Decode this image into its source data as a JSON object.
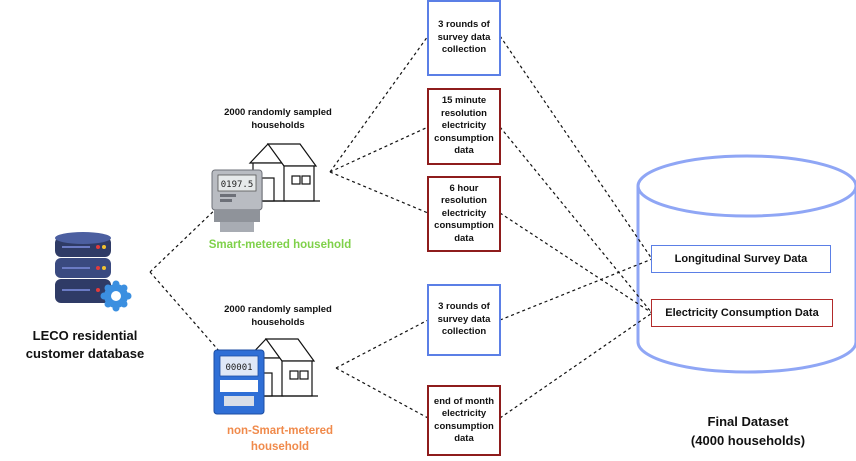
{
  "source": {
    "title_line1": "LECO residential",
    "title_line2": "customer database"
  },
  "smart": {
    "sample_line1": "2000 randomly sampled",
    "sample_line2": "households",
    "label": "Smart-metered household",
    "meter_display": "0197.5"
  },
  "nonsmart": {
    "sample_line1": "2000 randomly sampled",
    "sample_line2": "households",
    "label_line1": "non-Smart-metered",
    "label_line2": "household",
    "meter_display": "00001"
  },
  "boxes": {
    "smart_survey": [
      "3 rounds of",
      "survey data",
      "collection"
    ],
    "smart_15min": [
      "15 minute",
      "resolution",
      "electricity",
      "consumption",
      "data"
    ],
    "smart_6hour": [
      "6 hour",
      "resolution",
      "electricity",
      "consumption",
      "data"
    ],
    "nonsmart_survey": [
      "3 rounds of",
      "survey data",
      "collection"
    ],
    "nonsmart_monthly": [
      "end of month",
      "electricity",
      "consumption",
      "data"
    ]
  },
  "final": {
    "longitudinal": "Longitudinal Survey Data",
    "consumption": "Electricity Consumption Data",
    "title_line1": "Final Dataset",
    "title_line2": "(4000 households)"
  },
  "colors": {
    "smart_label": "#7fd14a",
    "nonsmart_label": "#f08a4b",
    "survey_border": "#5b7fe6",
    "electricity_border": "#8e1c1c",
    "cylinder_outline": "#8fa6f5"
  }
}
